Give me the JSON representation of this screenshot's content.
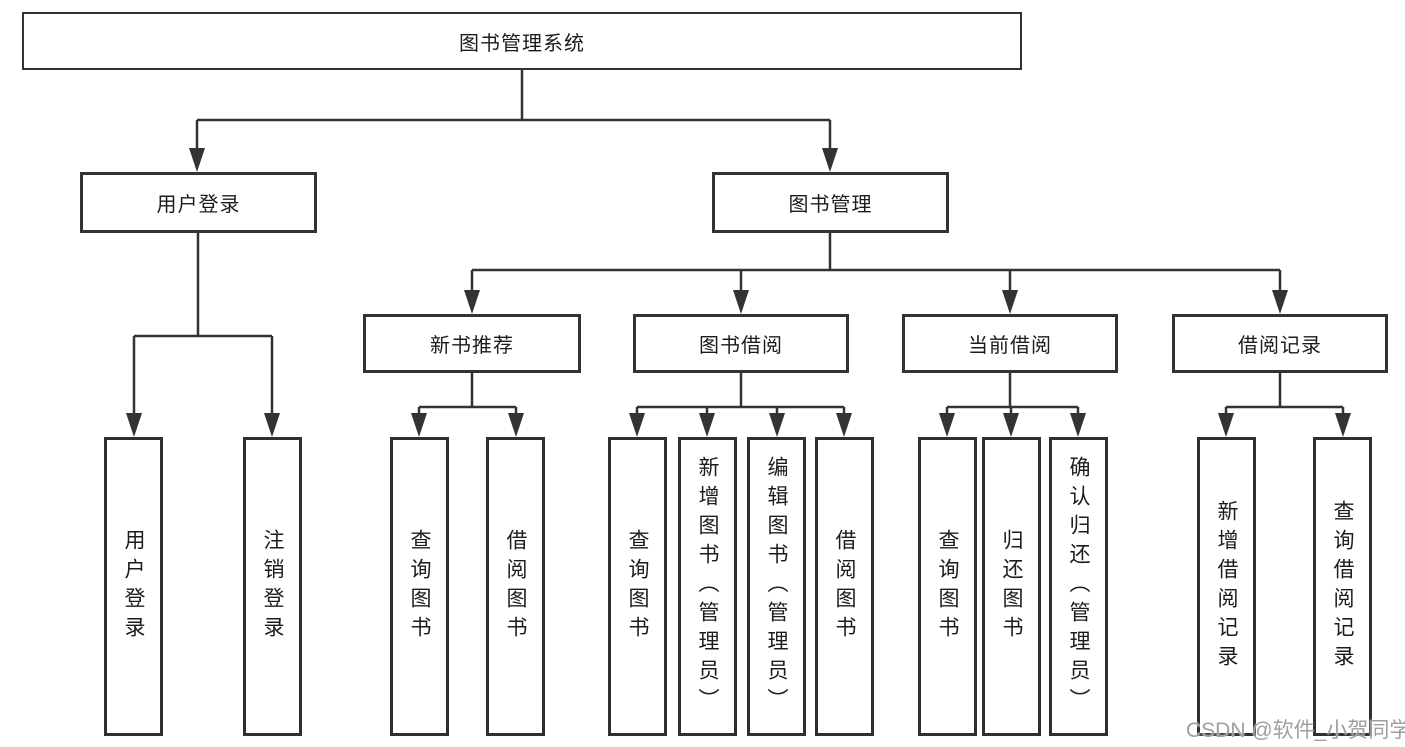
{
  "diagram": {
    "root": {
      "label": "图书管理系统"
    },
    "branches": [
      {
        "label": "用户登录",
        "leaves": [
          {
            "label": "用户登录"
          },
          {
            "label": "注销登录"
          }
        ]
      },
      {
        "label": "图书管理",
        "sections": [
          {
            "label": "新书推荐",
            "leaves": [
              {
                "label": "查询图书"
              },
              {
                "label": "借阅图书"
              }
            ]
          },
          {
            "label": "图书借阅",
            "leaves": [
              {
                "label": "查询图书"
              },
              {
                "label": "新增图书（管理员）"
              },
              {
                "label": "编辑图书（管理员）"
              },
              {
                "label": "借阅图书"
              }
            ]
          },
          {
            "label": "当前借阅",
            "leaves": [
              {
                "label": "查询图书"
              },
              {
                "label": "归还图书"
              },
              {
                "label": "确认归还（管理员）"
              }
            ]
          },
          {
            "label": "借阅记录",
            "leaves": [
              {
                "label": "新增借阅记录"
              },
              {
                "label": "查询借阅记录"
              }
            ]
          }
        ]
      }
    ]
  },
  "watermark": "CSDN @软件_小贺同学",
  "colors": {
    "line": "#333333",
    "text": "#1c1c1c",
    "watermark": "#9f9f9f",
    "background": "#ffffff"
  }
}
